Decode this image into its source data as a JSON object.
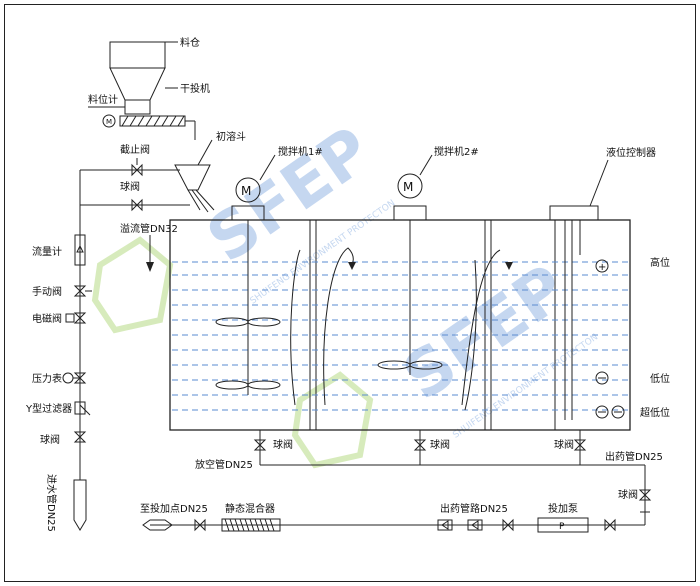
{
  "labels": {
    "silo": "料仓",
    "level_gauge": "料位计",
    "dry_feeder": "干投机",
    "dissolving_hopper": "初溶斗",
    "stop_valve": "截止阀",
    "ball_valve_top": "球阀",
    "overflow_pipe": "溢流管DN32",
    "flowmeter": "流量计",
    "manual_valve": "手动阀",
    "solenoid_valve": "电磁阀",
    "pressure_gauge": "压力表",
    "y_strainer": "Y型过滤器",
    "ball_valve_left": "球阀",
    "inlet_pipe": "进水管DN25",
    "mixer1": "搅拌机1#",
    "mixer2": "搅拌机2#",
    "level_controller": "液位控制器",
    "high_level": "高位",
    "low_level": "低位",
    "ultra_low_level": "超低位",
    "drain_pipe": "放空管DN25",
    "ball_valve_drain": "球阀",
    "ball_valve_mid": "球阀",
    "ball_valve_right": "球阀",
    "outlet_pipe": "出药管DN25",
    "ball_valve_outlet": "球阀",
    "to_dosing_point": "至投加点DN25",
    "static_mixer": "静态混合器",
    "outlet_pipeline": "出药管路DN25",
    "dosing_pump": "投加泵",
    "motor_symbol": "M",
    "pump_symbol": "P"
  },
  "watermark": {
    "text": "SFEP",
    "subtitle": "SHUIFENG ENVIRONMENT PROTECTON",
    "color_green": "#8cc63f",
    "color_blue": "#5b8fd6"
  }
}
